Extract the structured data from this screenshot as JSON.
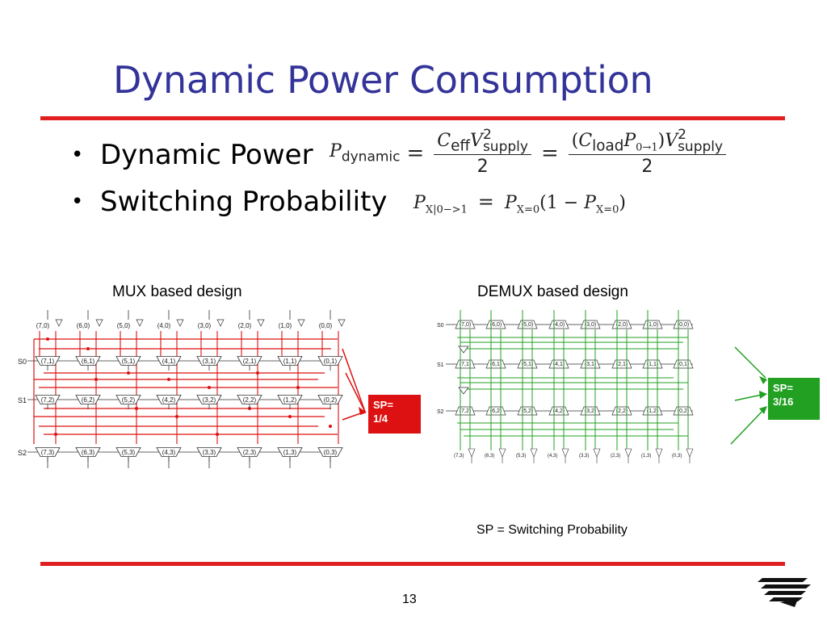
{
  "slide": {
    "title": "Dynamic Power Consumption",
    "page_number": "13",
    "footnote": "SP = Switching Probability"
  },
  "bullets": [
    {
      "label": "Dynamic Power"
    },
    {
      "label": "Switching Probability"
    }
  ],
  "formulas": {
    "dynamic_lhs": "P",
    "dynamic_lhs_sub": "dynamic",
    "ceff": "C",
    "ceff_sub": "eff",
    "v": "V",
    "v_sup": "2",
    "v_sub": "supply",
    "den": "2",
    "cload": "C",
    "cload_sub": "load",
    "p01": "P",
    "p01_sub": "0→1",
    "sp_lhs": "P",
    "sp_lhs_sub": "X|0−>1",
    "sp_rhs1": "P",
    "sp_rhs1_sub": "X=0",
    "sp_mid": "(1 − ",
    "sp_rhs2": "P",
    "sp_rhs2_sub": "X=0",
    "sp_end": ")",
    "eq": "="
  },
  "mux": {
    "caption": "MUX based design",
    "top_labels": [
      "(7,0)",
      "(6,0)",
      "(5,0)",
      "(4,0)",
      "(3,0)",
      "(2,0)",
      "(1,0)",
      "(0,0)"
    ],
    "rows": [
      {
        "select": "S0",
        "cells": [
          "(7,1)",
          "(6,1)",
          "(5,1)",
          "(4,1)",
          "(3,1)",
          "(2,1)",
          "(1,1)",
          "(0,1)"
        ]
      },
      {
        "select": "S1",
        "cells": [
          "(7,2)",
          "(6,2)",
          "(5,2)",
          "(4,2)",
          "(3,2)",
          "(2,2)",
          "(1,2)",
          "(0,2)"
        ]
      },
      {
        "select": "S2",
        "cells": [
          "(7,3)",
          "(6,3)",
          "(5,3)",
          "(4,3)",
          "(3,3)",
          "(2,3)",
          "(1,3)",
          "(0,3)"
        ]
      }
    ],
    "sp_label": "SP=",
    "sp_value": "1/4",
    "color": "#dd1111"
  },
  "demux": {
    "caption": "DEMUX based design",
    "rows": [
      {
        "select": "S0",
        "cells": [
          "(7,0)",
          "(6,0)",
          "(5,0)",
          "(4,0)",
          "(3,0)",
          "(2,0)",
          "(1,0)",
          "(0,0)"
        ]
      },
      {
        "select": "S1",
        "cells": [
          "(7,1)",
          "(6,1)",
          "(5,1)",
          "(4,1)",
          "(3,1)",
          "(2,1)",
          "(1,1)",
          "(0,1)"
        ]
      },
      {
        "select": "S2",
        "cells": [
          "(7,2)",
          "(6,2)",
          "(5,2)",
          "(4,2)",
          "(3,2)",
          "(2,2)",
          "(1,2)",
          "(0,2)"
        ]
      }
    ],
    "bottom_labels": [
      "(7,3)",
      "(6,3)",
      "(5,3)",
      "(4,3)",
      "(3,3)",
      "(2,3)",
      "(1,3)",
      "(0,3)"
    ],
    "sp_label": "SP=",
    "sp_value": "3/16",
    "color": "#22a022"
  },
  "colors": {
    "title": "#333399",
    "rule": "#e02020"
  }
}
